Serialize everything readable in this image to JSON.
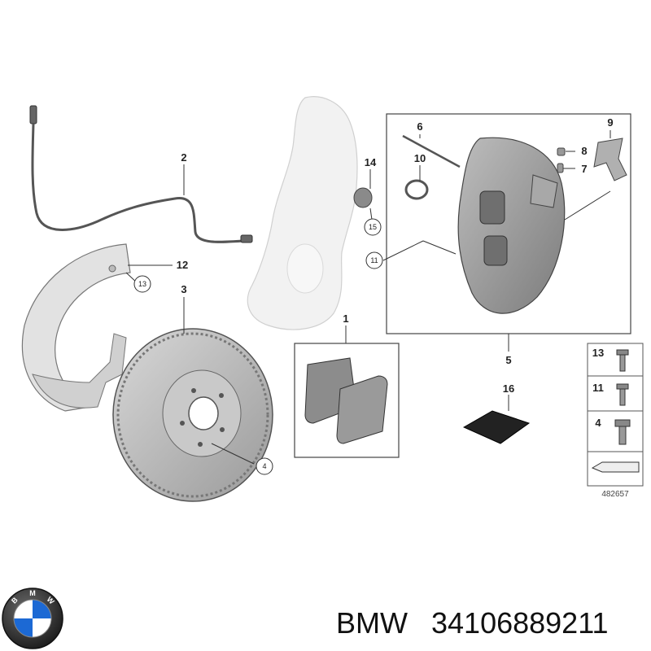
{
  "callouts": {
    "c1": "1",
    "c2": "2",
    "c3": "3",
    "c4": "4",
    "c5": "5",
    "c6": "6",
    "c7": "7",
    "c8": "8",
    "c9": "9",
    "c10": "10",
    "c11": "11",
    "c12": "12",
    "c13": "13",
    "c14": "14",
    "c15": "15",
    "c16": "16"
  },
  "legend": {
    "items": [
      "13",
      "11",
      "4"
    ]
  },
  "diagram_id": "482657",
  "brand": {
    "name": "BMW",
    "part_number": "34106889211",
    "logo_letters": [
      "B",
      "M",
      "W"
    ],
    "logo_blue": "#1c69d4"
  }
}
